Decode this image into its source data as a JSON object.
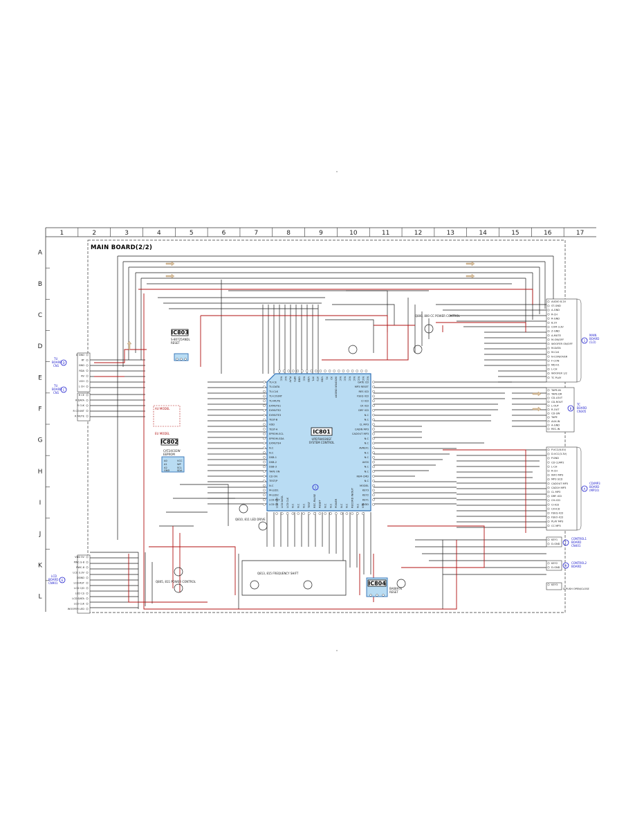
{
  "title": "MAIN BOARD(2/2)",
  "columns": [
    "1",
    "2",
    "3",
    "4",
    "5",
    "6",
    "7",
    "8",
    "9",
    "10",
    "11",
    "12",
    "13",
    "14",
    "15",
    "16",
    "17"
  ],
  "rows": [
    "A",
    "B",
    "C",
    "D",
    "E",
    "F",
    "G",
    "H",
    "I",
    "J",
    "K",
    "L"
  ],
  "chips": [
    {
      "id": "ic801",
      "label": "IC801",
      "line1": "UPD784036GF",
      "line2": "SYSTEM CONTROL"
    },
    {
      "id": "ic803",
      "label": "IC803",
      "line1": "S-80725ANDL",
      "line2": "RESET"
    },
    {
      "id": "ic802",
      "label": "IC802",
      "line1": "CAT24C02W",
      "line2": "EEPROM"
    },
    {
      "id": "ic804",
      "label": "IC804",
      "line1": "BA6897K",
      "line2": "RESET"
    }
  ],
  "connectors": {
    "d_tu": {
      "ref": "D",
      "lines": [
        "TU",
        "BOARD",
        "CN1"
      ]
    },
    "c_tu": {
      "ref": "C",
      "lines": [
        "TU",
        "BOARD",
        "CN1"
      ]
    },
    "e_lcd": {
      "ref": "E",
      "lines": [
        "LCD",
        "BOARD",
        "CN901"
      ]
    },
    "main_right": {
      "ref": "1",
      "lines": [
        "MAIN",
        "BOARD",
        "(1/2)"
      ]
    },
    "tc_board": {
      "ref": "B",
      "lines": [
        "TC",
        "BOARD",
        "CN305"
      ]
    },
    "cdmp3": {
      "ref": "A",
      "lines": [
        "CD/MP3",
        "BOARD",
        "(MP10)"
      ]
    },
    "control1": {
      "ref": "F",
      "lines": [
        "CONTROL1",
        "BOARD",
        "CN401"
      ]
    },
    "control2": {
      "ref": "H",
      "lines": [
        "CONTROL2",
        "BOARD"
      ]
    }
  },
  "left_top_pins": [
    "D GND",
    "RT",
    "GND",
    "RDA",
    "RV",
    "VCH",
    "L CH"
  ],
  "left_mid_pins": [
    "R CE",
    "R DATA",
    "R CLK",
    "R COUNT",
    "R MUTE"
  ],
  "left_bot_pins": [
    "VDD 5V",
    "PWC-S-8",
    "PWC-8",
    "LCD 3.3V",
    "DGND",
    "LCD-RST",
    "LCD C/D",
    "LCD CS",
    "LCD DATA",
    "LCD CLK",
    "WOOFER LED"
  ],
  "right_top_pins": [
    "AUDIO 8.2V",
    "ST-GND",
    "A-GND",
    "R-CH",
    "R-GND",
    "8.2V",
    "COM 3.3V",
    "Z-GND",
    "A-MUTE",
    "M-ON/OFF",
    "WOOFER ON/OFF",
    "M-DATA",
    "M-CLK",
    "N-CON/OVER",
    "F-CON",
    "MD-V1",
    "L-CH",
    "WOOFER 1/2",
    "TC PLAY"
  ],
  "right_mid_pins": [
    "TAPE-IN",
    "TAPE-DR",
    "CD-LOUT",
    "CD-ROUT",
    "L-OUT",
    "R-OUT",
    "CD-SW",
    "TAPE",
    "AUX-IN",
    "A-GND",
    "REC-IN"
  ],
  "right_low_pins": [
    "P.VCC(6.0V)",
    "D.VCC(3.3V)",
    "P.GND",
    "CD CLMP2",
    "L-CH",
    "R-CH",
    "INFO MP3",
    "MP3 SCD",
    "CADOUT MP3",
    "CAD1H MP3",
    "CL MP3",
    "DRF-ICD",
    "CH-ICD",
    "CI-ICD",
    "CX-ICD",
    "FSEQ-ICD",
    "FSEO-ICD",
    "PLAY MP3",
    "CC MP3"
  ],
  "control_pins": [
    "KEY1",
    "D-GND",
    "KEY2",
    "D-GND",
    "KEY3",
    "D PUSH OPEN/CLOSE"
  ],
  "ic801_left_pins": [
    "TU-CE",
    "TU-DATA",
    "TU-CLK",
    "TU-COUNT",
    "TU-MUTE",
    "EXMUTE1",
    "EXMUTE2",
    "EXMUTE3",
    "TEST-B",
    "VDD",
    "TEST-A",
    "EPROM-SCL",
    "EPROM-SDA",
    "EXMUTE4",
    "N.C",
    "N.C",
    "DSB-1",
    "DSB-2",
    "DSB-3",
    "TAPE ON",
    "CD ON",
    "TEST/P",
    "N.C",
    "M-LED1",
    "M-LED2",
    "LCD-RST",
    "LCD CS"
  ],
  "ic801_right_pins": [
    "GATE CD",
    "MP3 RESET",
    "RES ICD",
    "FSEQ ICD",
    "CI ICD",
    "CK ICD",
    "DRF ICD",
    "N.C",
    "N.C",
    "CL MP3",
    "CADIN MP3",
    "CADOUT MP3",
    "N.C",
    "N.C",
    "AVREF1",
    "N.C",
    "N.C",
    "AVSS",
    "N.C",
    "N.C",
    "REM-CMD",
    "N.C",
    "MODEL",
    "KEY3",
    "KEY2",
    "KEY1",
    "AVDD"
  ],
  "ic801_top_pins": [
    "N.C",
    "N.C",
    "PLAY",
    "MP3",
    "GND",
    "N.C",
    "VDD",
    "XT1",
    "XT2",
    "VDD",
    "X1",
    "X2",
    "WOOFER ON/OFF",
    "N.C",
    "N.C",
    "N.C",
    "N.C",
    "N.C",
    "N.C",
    "N.C"
  ],
  "ic801_bot_pins": [
    "LCD C/D",
    "LCD DATA",
    "LCD CLK",
    "N.C",
    "N.C",
    "N.C",
    "TEST",
    "REC-PAUSE",
    "RESET",
    "N.C",
    "N.C",
    "POWER",
    "N.C",
    "N.C",
    "RECORD IN/OUT",
    "N.C",
    "VSS"
  ],
  "part_notes": [
    {
      "id": "q810",
      "text": "Q810, 811 LED DRIVE"
    },
    {
      "id": "q811",
      "text": "Q813, 815 FREQUENCY SHIFT"
    },
    {
      "id": "q812",
      "text": "Q805, 811 POWER CONTROL"
    },
    {
      "id": "q800",
      "text": "Q800, 800 CC POWER CONTROL"
    }
  ],
  "markers": {
    "aux_model": "AU MODEL",
    "eu_model": "EU MODEL"
  },
  "colors": {
    "wire": "#1a1a1a",
    "signal": "#b01010",
    "chip_fill": "#b9dcf3",
    "chip_stroke": "#2f6fb5",
    "ref": "#1a1acc",
    "arrow": "#b08a5a"
  }
}
